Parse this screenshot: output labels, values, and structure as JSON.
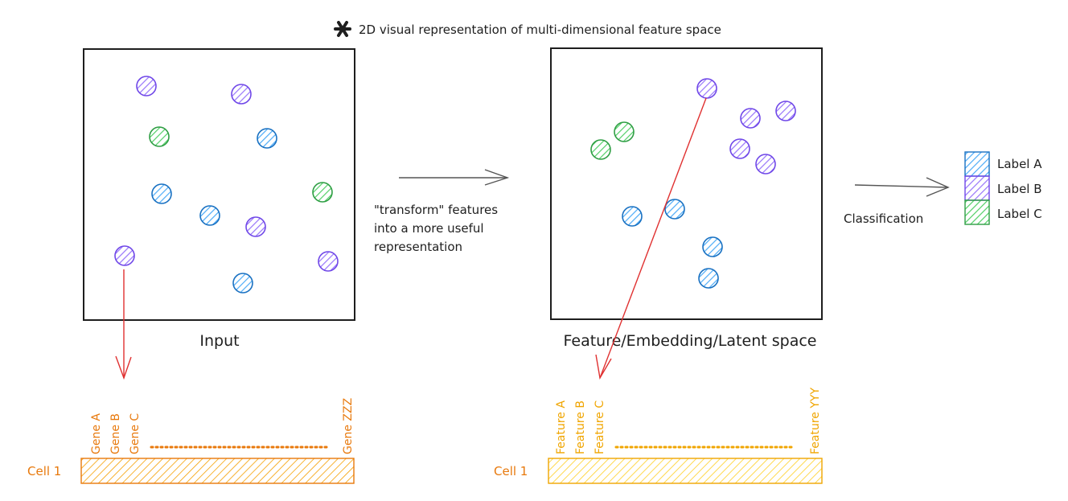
{
  "header": {
    "note": "2D visual representation of multi-dimensional feature space",
    "icon": "asterisk-icon"
  },
  "input_panel": {
    "title": "Input",
    "points": [
      {
        "label": "B",
        "color_key": "B"
      },
      {
        "label": "B",
        "color_key": "B"
      },
      {
        "label": "C",
        "color_key": "C"
      },
      {
        "label": "A",
        "color_key": "A"
      },
      {
        "label": "A",
        "color_key": "A"
      },
      {
        "label": "A",
        "color_key": "A"
      },
      {
        "label": "B",
        "color_key": "B"
      },
      {
        "label": "C",
        "color_key": "C"
      },
      {
        "label": "B",
        "color_key": "B"
      },
      {
        "label": "B",
        "color_key": "B"
      },
      {
        "label": "A",
        "color_key": "A"
      }
    ]
  },
  "transform_note": [
    "\"transform\" features",
    "into a more useful",
    "representation"
  ],
  "embedding_panel": {
    "title": "Feature/Embedding/Latent space",
    "points": [
      {
        "label": "B"
      },
      {
        "label": "B"
      },
      {
        "label": "B"
      },
      {
        "label": "B"
      },
      {
        "label": "B"
      },
      {
        "label": "C"
      },
      {
        "label": "C"
      },
      {
        "label": "A"
      },
      {
        "label": "A"
      },
      {
        "label": "A"
      },
      {
        "label": "A"
      }
    ]
  },
  "classification": {
    "label": "Classification",
    "legend": [
      {
        "name": "Label A",
        "color": "#1971c2"
      },
      {
        "name": "Label B",
        "color": "#7048e8"
      },
      {
        "name": "Label C",
        "color": "#2f9e44"
      }
    ]
  },
  "gene_vector": {
    "row_label": "Cell 1",
    "genes": [
      "Gene A",
      "Gene B",
      "Gene C"
    ],
    "last_gene": "Gene ZZZ",
    "color": "#e8790c"
  },
  "feature_vector": {
    "row_label": "Cell 1",
    "features": [
      "Feature A",
      "Feature B",
      "Feature C"
    ],
    "last_feature": "Feature YYY",
    "color": "#f0a500"
  },
  "colors": {
    "A": "#1971c2",
    "B": "#7048e8",
    "C": "#2f9e44",
    "arrow_red": "#e03131",
    "arrow_gray": "#555555",
    "stroke": "#1e1e1e"
  }
}
